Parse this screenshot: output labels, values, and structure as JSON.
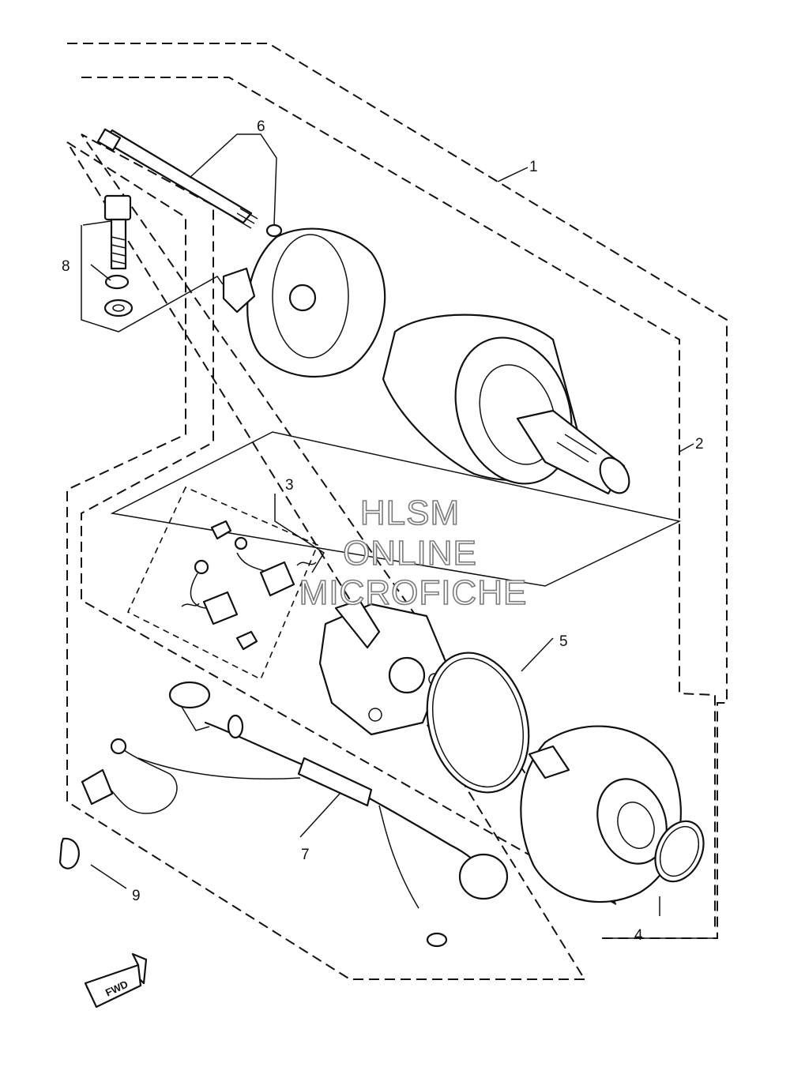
{
  "callouts": {
    "c1": "1",
    "c2": "2",
    "c3": "3",
    "c4": "4",
    "c5": "5",
    "c6": "6",
    "c7": "7",
    "c8": "8",
    "c9": "9"
  },
  "fwd_label": "FWD",
  "watermark": {
    "line1": "HLSM",
    "line2": "ONLINE",
    "line3": "MICROFICHE"
  }
}
